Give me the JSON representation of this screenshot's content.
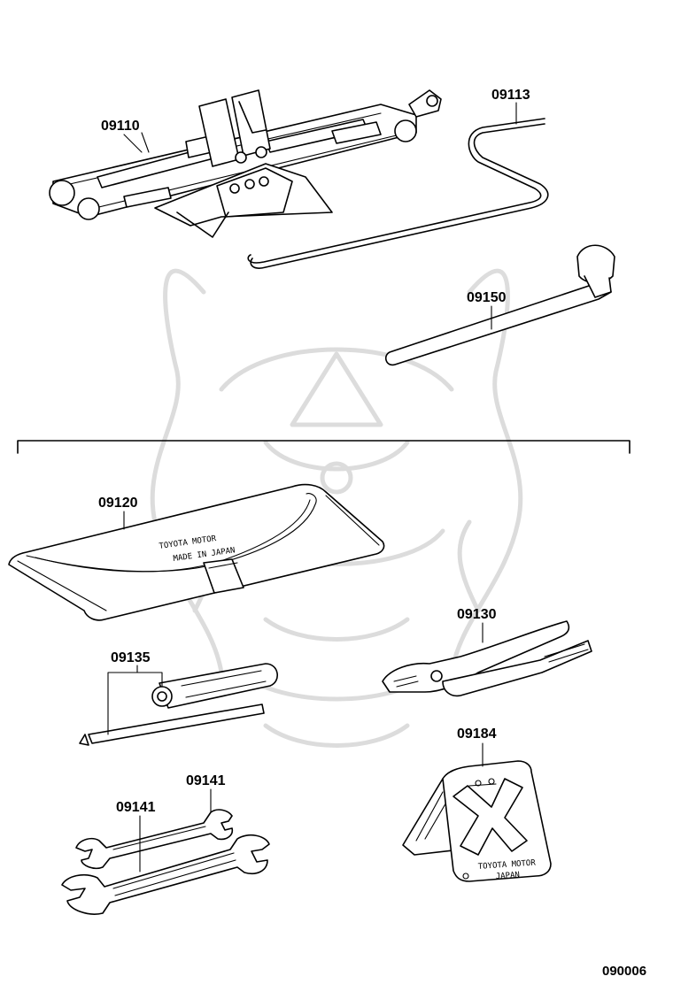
{
  "figure_id": "090006",
  "parts": [
    {
      "number": "09110",
      "name": "jack"
    },
    {
      "number": "09113",
      "name": "jack-handle"
    },
    {
      "number": "09150",
      "name": "wheel-nut-wrench"
    },
    {
      "number": "09120",
      "name": "tool-bag"
    },
    {
      "number": "09135",
      "name": "screwdriver"
    },
    {
      "number": "09130",
      "name": "pliers"
    },
    {
      "number": "09141",
      "name": "wrench-small"
    },
    {
      "number": "09141",
      "name": "wrench-large"
    },
    {
      "number": "09184",
      "name": "wheel-chock"
    }
  ],
  "stamps": {
    "bag_line1": "TOYOTA MOTOR",
    "bag_line2": "MADE IN JAPAN",
    "chock_line1": "TOYOTA MOTOR",
    "chock_line2": "JAPAN"
  },
  "watermark_icon": "samurai-helmet-logo-icon"
}
